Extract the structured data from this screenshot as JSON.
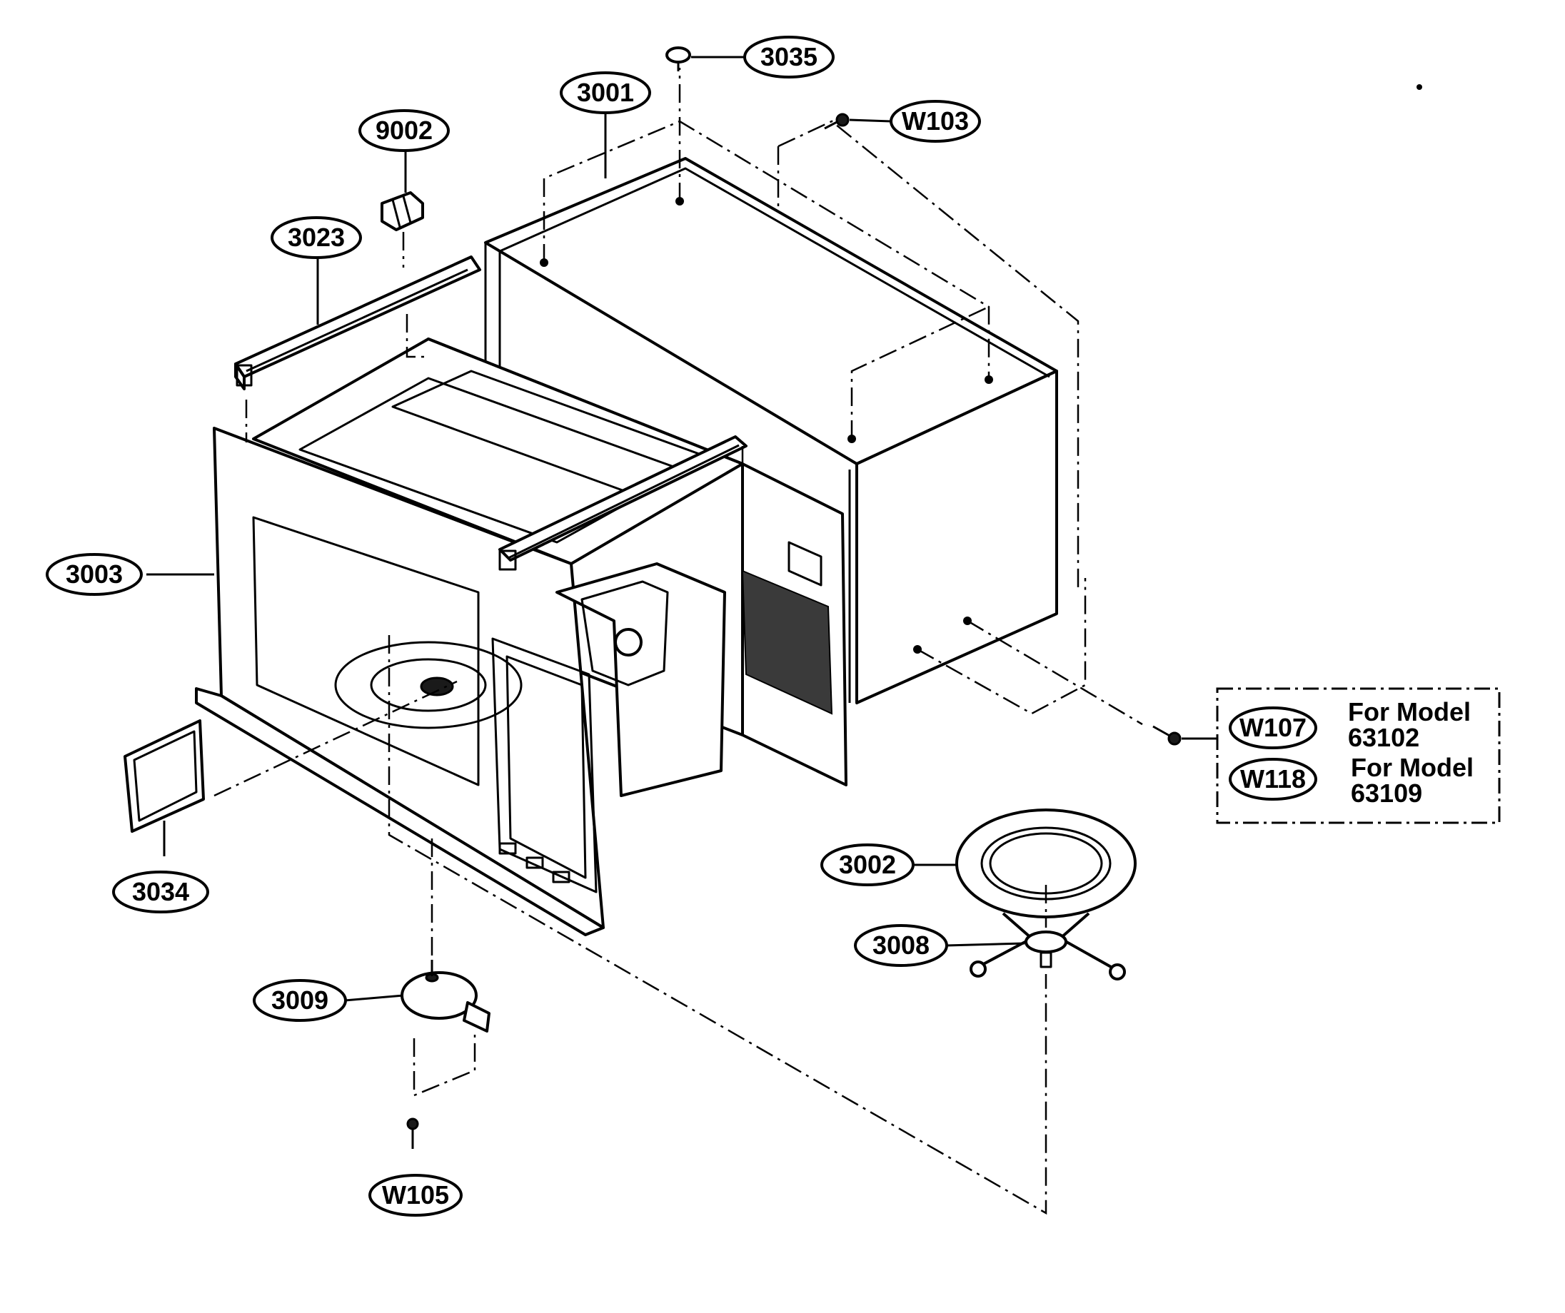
{
  "diagram": {
    "colors": {
      "ink": "#000000",
      "paper": "#ffffff"
    },
    "callouts": {
      "c3035": "3035",
      "c3001": "3001",
      "cW103": "W103",
      "c9002": "9002",
      "c3023": "3023",
      "c3003": "3003",
      "c3034": "3034",
      "c3002": "3002",
      "c3008": "3008",
      "c3009": "3009",
      "cW105": "W105"
    },
    "model_note": {
      "rows": [
        {
          "part": "W107",
          "label_line1": "For Model",
          "label_line2": "63102"
        },
        {
          "part": "W118",
          "label_line1": "For Model",
          "label_line2": "63109"
        }
      ]
    }
  }
}
